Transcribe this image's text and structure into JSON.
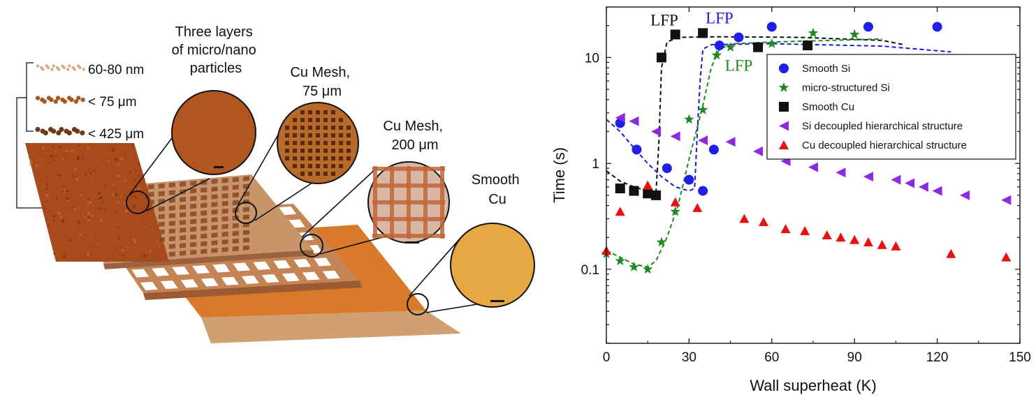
{
  "figure": {
    "layers": [
      {
        "label": "60-80 nm",
        "color": "#d7a88a"
      },
      {
        "label": "< 75 μm",
        "color": "#a6581f"
      },
      {
        "label": "< 425 μm",
        "color": "#6e3a1a"
      }
    ],
    "callouts": [
      {
        "lines": [
          "Three layers",
          "of micro/nano",
          "particles"
        ]
      },
      {
        "lines": [
          "Cu Mesh,",
          "75 μm"
        ]
      },
      {
        "lines": [
          "Cu Mesh,",
          "200 μm"
        ]
      },
      {
        "lines": [
          "Smooth",
          "Cu"
        ]
      }
    ],
    "colors": {
      "copper": "#d97a2b",
      "copper_dark": "#8a4a1f",
      "mesh": "#b87a52",
      "particle": "#a9461d"
    }
  },
  "chart_data": {
    "type": "scatter",
    "xlabel": "Wall superheat (K)",
    "ylabel": "Time (s)",
    "xlim": [
      0,
      150
    ],
    "ylim": [
      0.02,
      30
    ],
    "yscale": "log",
    "xticks": [
      0,
      30,
      60,
      90,
      120,
      150
    ],
    "yticks": [
      0.1,
      1,
      10
    ],
    "ytick_labels": [
      "0.1",
      "1",
      "10"
    ],
    "legend_position": "top-right",
    "annotations": [
      {
        "text": "LFP",
        "color": "#111111",
        "x": 16,
        "y": 20
      },
      {
        "text": "LFP",
        "color": "#1a1ad6",
        "x": 36,
        "y": 21
      },
      {
        "text": "LFP",
        "color": "#1f8a1f",
        "x": 43,
        "y": 7.5
      }
    ],
    "series": [
      {
        "name": "Smooth Si",
        "marker": "circle",
        "color": "#1f1fe6",
        "x": [
          5,
          11,
          22,
          30,
          35,
          39,
          41,
          48,
          60,
          95,
          120
        ],
        "y": [
          2.4,
          1.35,
          0.9,
          0.7,
          0.55,
          1.35,
          13,
          15.5,
          19.5,
          19.5,
          19.5
        ]
      },
      {
        "name": "micro-structured Si",
        "marker": "star",
        "color": "#1f8a1f",
        "x": [
          0,
          5,
          10,
          15,
          20,
          25,
          30,
          35,
          40,
          45,
          60,
          75,
          90
        ],
        "y": [
          0.14,
          0.12,
          0.105,
          0.1,
          0.18,
          0.35,
          2.6,
          3.2,
          10.5,
          12.5,
          13.5,
          17,
          16.5
        ]
      },
      {
        "name": "Smooth Cu",
        "marker": "square",
        "color": "#111111",
        "x": [
          5,
          10,
          15,
          18,
          20,
          25,
          35,
          55,
          73
        ],
        "y": [
          0.58,
          0.55,
          0.52,
          0.5,
          10,
          16.5,
          17,
          12.5,
          13
        ]
      },
      {
        "name": "Si decoupled hierarchical structure",
        "marker": "triangle-left",
        "color": "#8a2be2",
        "x": [
          5,
          10,
          18,
          25,
          35,
          45,
          55,
          65,
          75,
          85,
          95,
          105,
          110,
          115,
          120,
          130,
          145
        ],
        "y": [
          2.7,
          2.5,
          2.0,
          1.8,
          1.65,
          1.6,
          1.3,
          1.05,
          0.92,
          0.82,
          0.75,
          0.7,
          0.65,
          0.6,
          0.55,
          0.5,
          0.45
        ]
      },
      {
        "name": "Cu decoupled hierarchical structure",
        "marker": "triangle-up",
        "color": "#e81010",
        "x": [
          0,
          5,
          15,
          25,
          33,
          50,
          57,
          65,
          72,
          80,
          85,
          90,
          95,
          100,
          105,
          125,
          145
        ],
        "y": [
          0.15,
          0.35,
          0.62,
          0.43,
          0.38,
          0.3,
          0.28,
          0.24,
          0.23,
          0.21,
          0.2,
          0.19,
          0.18,
          0.17,
          0.165,
          0.14,
          0.13
        ]
      }
    ],
    "fit_curves": [
      {
        "color": "#111111",
        "points": [
          [
            0,
            0.85
          ],
          [
            5,
            0.68
          ],
          [
            10,
            0.6
          ],
          [
            15,
            0.55
          ],
          [
            18,
            0.52
          ],
          [
            19,
            1.5
          ],
          [
            20,
            8
          ],
          [
            22,
            14
          ],
          [
            26,
            15.5
          ],
          [
            40,
            15.7
          ],
          [
            70,
            15.5
          ],
          [
            100,
            14.5
          ],
          [
            108,
            13.2
          ]
        ]
      },
      {
        "color": "#1f8a1f",
        "points": [
          [
            0,
            0.15
          ],
          [
            5,
            0.13
          ],
          [
            10,
            0.112
          ],
          [
            15,
            0.105
          ],
          [
            18,
            0.12
          ],
          [
            22,
            0.2
          ],
          [
            26,
            0.4
          ],
          [
            30,
            1.1
          ],
          [
            35,
            3.5
          ],
          [
            38,
            8
          ],
          [
            41,
            12
          ],
          [
            46,
            13.5
          ],
          [
            60,
            14
          ],
          [
            85,
            14.6
          ],
          [
            100,
            15
          ]
        ]
      },
      {
        "color": "#1a1ad6",
        "points": [
          [
            0,
            2.6
          ],
          [
            5,
            2.0
          ],
          [
            10,
            1.4
          ],
          [
            15,
            1.0
          ],
          [
            20,
            0.75
          ],
          [
            25,
            0.6
          ],
          [
            30,
            0.55
          ],
          [
            32,
            0.58
          ],
          [
            33,
            2
          ],
          [
            34,
            6
          ],
          [
            35,
            12
          ],
          [
            38,
            13.2
          ],
          [
            60,
            13.5
          ],
          [
            100,
            12.8
          ],
          [
            125,
            11.3
          ]
        ]
      }
    ]
  }
}
